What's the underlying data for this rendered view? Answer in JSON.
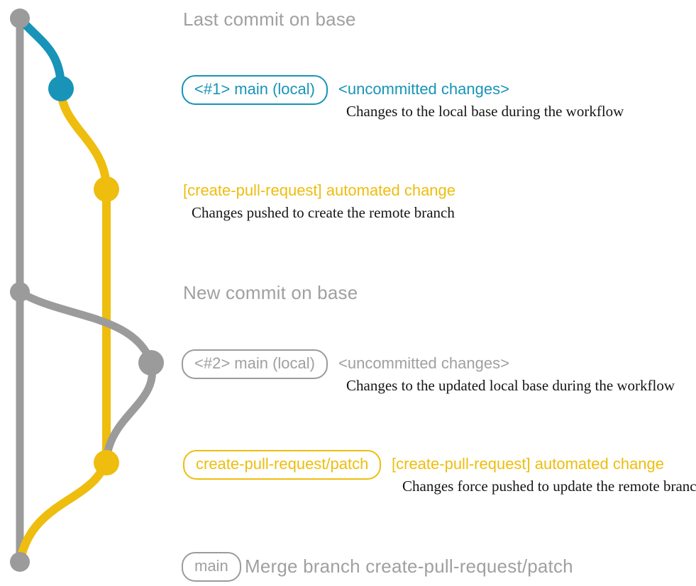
{
  "colors": {
    "base_gray": "#9b9b9b",
    "text_gray": "#a0a0a0",
    "branch_blue": "#1794b8",
    "branch_yellow": "#eebd0e",
    "caption_black": "#151515"
  },
  "rows": {
    "last_commit": {
      "title": "Last commit on base"
    },
    "main_local_1": {
      "badge": "<#1> main (local)",
      "status": "<uncommitted changes>",
      "caption": "Changes to the local base during the workflow"
    },
    "automated_change_1": {
      "title": "[create-pull-request] automated change",
      "caption": "Changes pushed to create the remote branch"
    },
    "new_commit": {
      "title": "New commit on base"
    },
    "main_local_2": {
      "badge": "<#2> main (local)",
      "status": "<uncommitted changes>",
      "caption": "Changes to the updated local base during the workflow"
    },
    "patch_branch": {
      "badge": "create-pull-request/patch",
      "title": "[create-pull-request] automated change",
      "caption": "Changes force pushed to update the remote branch"
    },
    "merge": {
      "badge": "main",
      "title": "Merge branch create-pull-request/patch"
    }
  },
  "graph": {
    "base_branch_color": "gray",
    "commits": [
      {
        "label": "Last commit on base",
        "branch": "base",
        "color": "gray"
      },
      {
        "label": "<#1> main (local)",
        "branch": "main-local",
        "color": "blue"
      },
      {
        "label": "[create-pull-request] automated change",
        "branch": "create-pull-request/patch",
        "color": "yellow"
      },
      {
        "label": "New commit on base",
        "branch": "base",
        "color": "gray"
      },
      {
        "label": "<#2> main (local)",
        "branch": "main-local",
        "color": "gray"
      },
      {
        "label": "[create-pull-request] automated change (force push)",
        "branch": "create-pull-request/patch",
        "color": "yellow"
      },
      {
        "label": "Merge branch create-pull-request/patch",
        "branch": "base",
        "color": "gray"
      }
    ]
  }
}
